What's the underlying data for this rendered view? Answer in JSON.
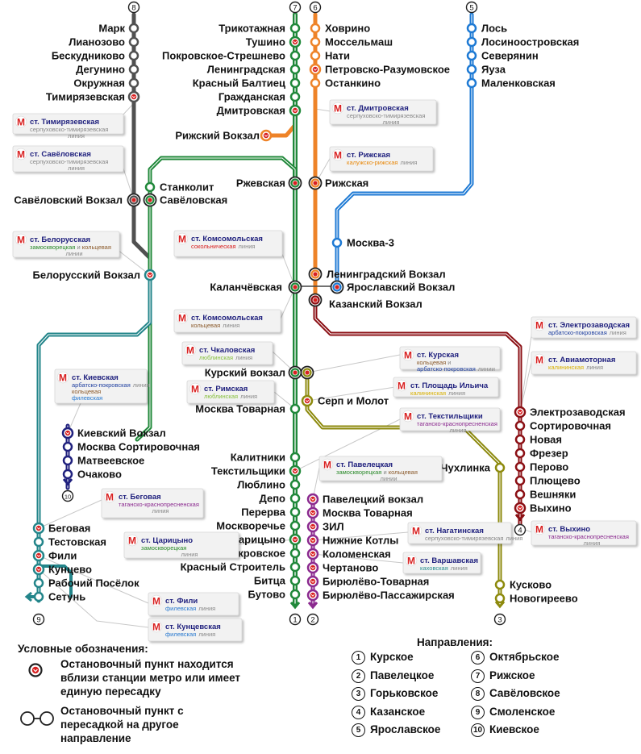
{
  "colors": {
    "line1": "#20883a",
    "line2": "#8b2a8f",
    "line3": "#8d8a0d",
    "line4": "#8b0f14",
    "line5": "#1e7ad4",
    "line6": "#ee8328",
    "line7": "#20883a",
    "line8": "#505050",
    "line9": "#23858a",
    "line10": "#20217e",
    "metro_red": "#d82020"
  },
  "direction_badges": {
    "d1": "1",
    "d2": "2",
    "d3": "3",
    "d4": "4",
    "d5": "5",
    "d6": "6",
    "d7": "7",
    "d8": "8",
    "d9": "9",
    "d10": "10"
  },
  "stations": {
    "line8": [
      "Марк",
      "Лианозово",
      "Бескудниково",
      "Дегунино",
      "Окружная",
      "Тимирязевская"
    ],
    "line7": [
      "Трикотажная",
      "Тушино",
      "Покровское-Стрешнево",
      "Ленинградская",
      "Красный Балтиец",
      "Гражданская",
      "Дмитровская"
    ],
    "line6": [
      "Ховрино",
      "Моссельмаш",
      "Нати",
      "Петровско-Разумовское",
      "Останкино"
    ],
    "line5": [
      "Лось",
      "Лосиноостровская",
      "Северянин",
      "Яуза",
      "Маленковская"
    ],
    "rizhsky_vokzal": "Рижский Вокзал",
    "rzhevskaya": "Ржевская",
    "rizhskaya": "Рижская",
    "stankolit": "Станколит",
    "savelovskaya": "Савёловская",
    "savelovsky_vokzal": "Савёловский Вокзал",
    "moskva3": "Москва-3",
    "belorussky_vokzal": "Белорусский Вокзал",
    "leningradsky_vokzal": "Ленинградский Вокзал",
    "kalanchevskaya": "Каланчёвская",
    "yaroslavsky_vokzal": "Ярославский Вокзал",
    "kazansky_vokzal": "Казанский Вокзал",
    "kursky_vokzal": "Курский вокзал",
    "moskva_tovarnaya_1": "Москва Товарная",
    "serp_i_molot": "Серп и Молот",
    "chukhlinka": "Чухлинка",
    "line10": [
      "Киевский Вокзал",
      "Москва Сортировочная",
      "Матвеевское",
      "Очаково"
    ],
    "line1": [
      "Калитники",
      "Текстильщики",
      "Люблино",
      "Депо",
      "Перерва",
      "Москворечье",
      "Царицыно",
      "Покровское",
      "Красный Строитель",
      "Битца",
      "Бутово"
    ],
    "line2": [
      "Павелецкий вокзал",
      "Москва Товарная",
      "ЗИЛ",
      "Нижние Котлы",
      "Коломенская",
      "Чертаново",
      "Бирюлёво-Товарная",
      "Бирюлёво-Пассажирская"
    ],
    "line4": [
      "Электрозаводская",
      "Сортировочная",
      "Новая",
      "Фрезер",
      "Перово",
      "Плющево",
      "Вешняки",
      "Выхино"
    ],
    "line9": [
      "Беговая",
      "Тестовская",
      "Фили",
      "Кунцево",
      "Рабочий Посёлок",
      "Сетунь"
    ],
    "line3": [
      "Кусково",
      "Новогиреево"
    ]
  },
  "callouts": [
    {
      "id": "c_timiryazevskaya",
      "name": "ст. Тимирязевская",
      "lines": [
        {
          "text": "серпуховско-тимирязевская",
          "color": "#888888"
        }
      ],
      "suffix": "линия"
    },
    {
      "id": "c_savelovskaya",
      "name": "ст. Савёловская",
      "lines": [
        {
          "text": "серпуховско-тимирязевская",
          "color": "#888888"
        }
      ],
      "suffix": "линия"
    },
    {
      "id": "c_belorusskaya",
      "name": "ст. Белорусская",
      "lines": [
        {
          "text": "замоскворецкая",
          "color": "#2a8a2a"
        },
        {
          "text": " и ",
          "color": "#888888"
        },
        {
          "text": "кольцевая",
          "color": "#8b5a2b"
        }
      ],
      "suffix": "линии"
    },
    {
      "id": "c_komsomolskaya1",
      "name": "ст. Комсомольская",
      "lines": [
        {
          "text": "сокольническая",
          "color": "#d82020"
        }
      ],
      "suffix": "линия"
    },
    {
      "id": "c_komsomolskaya2",
      "name": "ст. Комсомольская",
      "lines": [
        {
          "text": "кольцевая",
          "color": "#8b5a2b"
        }
      ],
      "suffix": "линия"
    },
    {
      "id": "c_dmitrovskaya",
      "name": "ст. Дмитровская",
      "lines": [
        {
          "text": "серпуховско-тимирязевская",
          "color": "#888888"
        }
      ],
      "suffix": "линия"
    },
    {
      "id": "c_rizhskaya",
      "name": "ст. Рижская",
      "lines": [
        {
          "text": "калужско-рижская",
          "color": "#e8890c"
        }
      ],
      "suffix": "линия"
    },
    {
      "id": "c_elektrozavodskaya",
      "name": "ст. Электрозаводская",
      "lines": [
        {
          "text": "арбатско-покровская",
          "color": "#2040a0"
        }
      ],
      "suffix": "линия"
    },
    {
      "id": "c_aviamotornaya",
      "name": "ст. Авиамоторная",
      "lines": [
        {
          "text": "калининская",
          "color": "#d8b000"
        }
      ],
      "suffix": "линия"
    },
    {
      "id": "c_chkalovskaya",
      "name": "ст. Чкаловская",
      "lines": [
        {
          "text": "люблинская",
          "color": "#88c040"
        }
      ],
      "suffix": "линия"
    },
    {
      "id": "c_kurskaya",
      "name": "ст. Курская",
      "lines": [
        {
          "text": "кольцевая",
          "color": "#8b5a2b"
        },
        {
          "text": " и ",
          "color": "#888888"
        }
      ],
      "line2": [
        {
          "text": "арбатско-покровская",
          "color": "#2040a0"
        }
      ],
      "suffix": "линии"
    },
    {
      "id": "c_kievskaya",
      "name": "ст. Киевская",
      "lines": [
        {
          "text": "арбатско-покровская",
          "color": "#2040a0"
        }
      ],
      "suffix": "линия",
      "extra": [
        {
          "text": "кольцевая",
          "color": "#8b5a2b"
        },
        {
          "text": "филевская",
          "color": "#2a7ad0"
        }
      ]
    },
    {
      "id": "c_rimskaya",
      "name": "ст. Римская",
      "lines": [
        {
          "text": "люблинская",
          "color": "#88c040"
        }
      ],
      "suffix": "линия"
    },
    {
      "id": "c_ploshchad_ilyicha",
      "name": "ст. Площадь Ильича",
      "lines": [
        {
          "text": "калининская",
          "color": "#d8b000"
        }
      ],
      "suffix": "линия"
    },
    {
      "id": "c_tekstilshchiki",
      "name": "ст. Текстильщики",
      "lines": [
        {
          "text": "таганско-краснопресненская",
          "color": "#8b2a8f"
        }
      ],
      "suffix": "линия"
    },
    {
      "id": "c_paveletskaya",
      "name": "ст. Павелецкая",
      "lines": [
        {
          "text": "замоскворецкая",
          "color": "#2a8a2a"
        },
        {
          "text": " и ",
          "color": "#888888"
        },
        {
          "text": "кольцевая",
          "color": "#8b5a2b"
        }
      ],
      "suffix": "линии"
    },
    {
      "id": "c_begovaya",
      "name": "ст. Беговая",
      "lines": [
        {
          "text": "таганско-краснопресненская",
          "color": "#8b2a8f"
        }
      ],
      "suffix": "линия"
    },
    {
      "id": "c_nagatinskaya",
      "name": "ст. Нагатинская",
      "lines": [
        {
          "text": "серпуховско-тимирязевская",
          "color": "#888888"
        }
      ],
      "suffix": "линия"
    },
    {
      "id": "c_vykhino",
      "name": "ст. Выхино",
      "lines": [
        {
          "text": "таганско-краснопресненская",
          "color": "#8b2a8f"
        }
      ],
      "suffix": "линия"
    },
    {
      "id": "c_tsaritsyno",
      "name": "ст. Царицыно",
      "lines": [
        {
          "text": "замоскворецкая",
          "color": "#2a8a2a"
        }
      ],
      "suffix": "линия"
    },
    {
      "id": "c_varshavskaya",
      "name": "ст. Варшавская",
      "lines": [
        {
          "text": "каховская",
          "color": "#2a9090"
        }
      ],
      "suffix": "линия"
    },
    {
      "id": "c_fili",
      "name": "ст. Фили",
      "lines": [
        {
          "text": "филевская",
          "color": "#2a7ad0"
        }
      ],
      "suffix": "линия"
    },
    {
      "id": "c_kuntsevskaya",
      "name": "ст. Кунцевская",
      "lines": [
        {
          "text": "филевская",
          "color": "#2a7ad0"
        }
      ],
      "suffix": "линия"
    }
  ],
  "legend": {
    "title": "Условные обозначения:",
    "metro_text": "Остановочный пункт находится вблизи станции метро или имеет единую пересадку",
    "transfer_text": "Остановочный пункт с пересадкой на другое направление"
  },
  "directions": {
    "title": "Направления:",
    "items": [
      {
        "num": "1",
        "name": "Курское"
      },
      {
        "num": "2",
        "name": "Павелецкое"
      },
      {
        "num": "3",
        "name": "Горьковское"
      },
      {
        "num": "4",
        "name": "Казанское"
      },
      {
        "num": "5",
        "name": "Ярославское"
      },
      {
        "num": "6",
        "name": "Октябрьское"
      },
      {
        "num": "7",
        "name": "Рижское"
      },
      {
        "num": "8",
        "name": "Савёловское"
      },
      {
        "num": "9",
        "name": "Смоленское"
      },
      {
        "num": "10",
        "name": "Киевское"
      }
    ]
  }
}
